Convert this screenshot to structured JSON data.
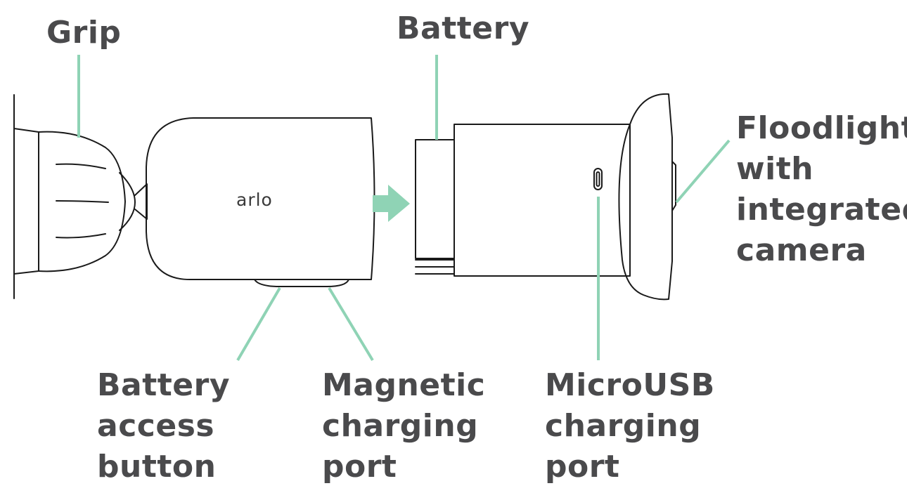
{
  "diagram": {
    "brand_text": "arlo",
    "labels": {
      "grip": [
        "Grip"
      ],
      "battery": [
        "Battery"
      ],
      "floodlight": [
        "Floodlight",
        "with",
        "integrated",
        "camera"
      ],
      "battery_access": [
        "Battery",
        "access",
        "button"
      ],
      "magnetic": [
        "Magnetic",
        "charging",
        "port"
      ],
      "microusb": [
        "MicroUSB",
        "charging",
        "port"
      ]
    },
    "colors": {
      "leader_line": "#8fd3b5",
      "arrow": "#8fd3b5",
      "outline": "#1a1a1a",
      "text": "#4a4a4c"
    }
  }
}
